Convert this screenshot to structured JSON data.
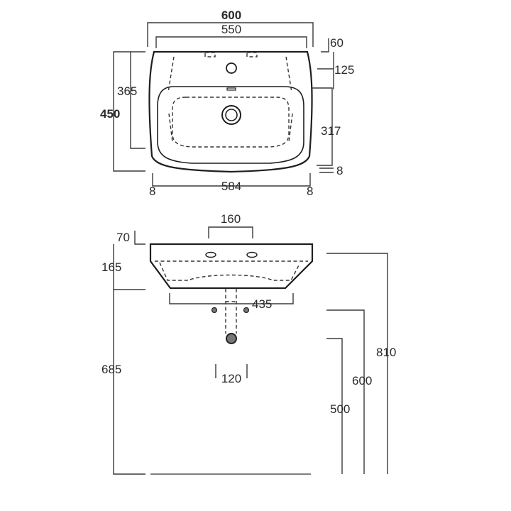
{
  "top_view": {
    "overall_width": "600",
    "rim_width": "550",
    "back_offset": "60",
    "tap_hole_setback": "125",
    "depth": "450",
    "inner_depth": "365",
    "bowl_depth": "317",
    "front_rim": "8",
    "left_margin": "8",
    "bowl_width": "584",
    "right_margin": "8"
  },
  "side_view": {
    "bracket_spacing": "160",
    "rim_thickness": "70",
    "basin_height": "165",
    "fixing_width": "435",
    "waste_width": "120",
    "rim_to_floor": "685",
    "total_height": "810",
    "fixing_height": "600",
    "waste_height": "500"
  }
}
